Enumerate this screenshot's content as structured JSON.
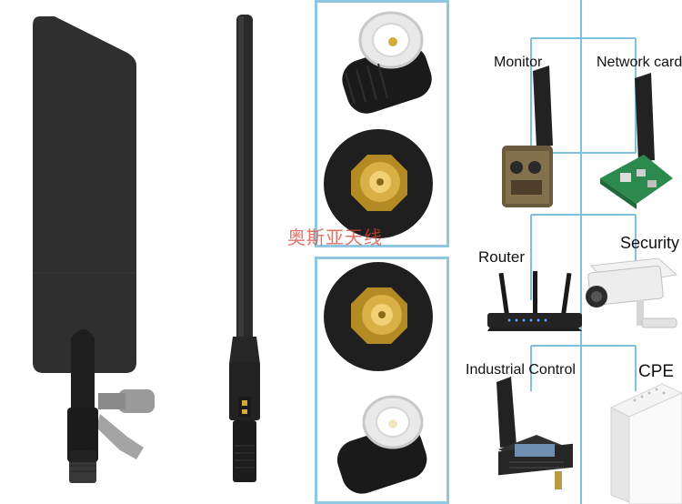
{
  "labels": {
    "monitor": "Monitor",
    "network_card": "Network card",
    "router": "Router",
    "security": "Security",
    "industrial_control": "Industrial Control",
    "cpe": "CPE"
  },
  "watermark": "奥斯亚天线",
  "colors": {
    "frame": "#8ec8e3",
    "connector_line": "#7fc0df",
    "antenna_body": "#2b2b2b",
    "gold": "#c9a033",
    "watermark": "#d64434"
  }
}
